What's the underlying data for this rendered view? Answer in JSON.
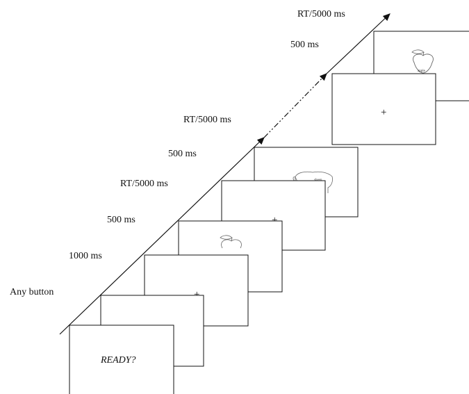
{
  "timeline": {
    "labels": {
      "any_button": "Any button",
      "fixation_1": "1000 ms",
      "stimulus_1_gap": "500 ms",
      "response_1": "RT/5000 ms",
      "stimulus_2_gap": "500 ms",
      "response_2": "RT/5000 ms",
      "final_gap": "500 ms",
      "final_response": "RT/5000 ms"
    }
  },
  "screens": {
    "ready_text": "READY?",
    "fixation_symbol": "+",
    "final_word": "apple",
    "sheep_word": "sheep"
  },
  "colors": {
    "line": "#111111",
    "frame_fill": "#ffffff",
    "picture_stroke": "#666666"
  },
  "icons": [
    "apple-icon",
    "sheep-icon",
    "fixation-cross-icon",
    "arrow-head-icon"
  ]
}
